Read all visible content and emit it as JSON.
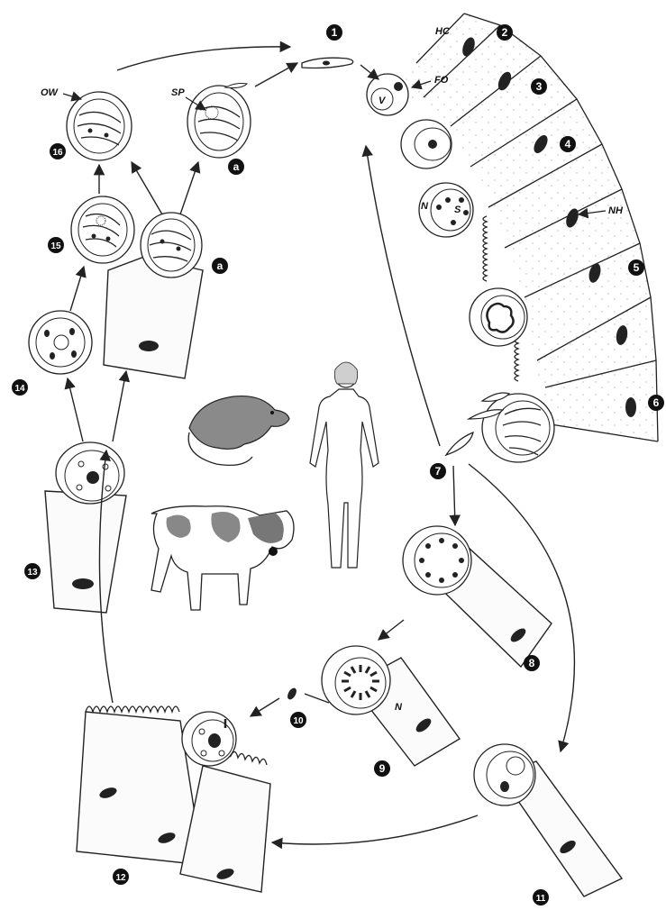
{
  "stage_numbers": [
    "1",
    "2",
    "3",
    "4",
    "5",
    "6",
    "7",
    "8",
    "9",
    "10",
    "11",
    "12",
    "13",
    "14",
    "15",
    "16",
    "a",
    "a"
  ],
  "labels": {
    "hc": "HC",
    "fo": "FO",
    "v": "V",
    "n_stage4": "N",
    "s": "S",
    "nh": "NH",
    "n_stage9": "N",
    "ow": "OW",
    "sp": "SP"
  },
  "colors": {
    "ink": "#222222",
    "badge": "#111111",
    "background": "#ffffff"
  },
  "hosts": [
    "rat-icon",
    "calf-icon",
    "human-figure-icon"
  ]
}
